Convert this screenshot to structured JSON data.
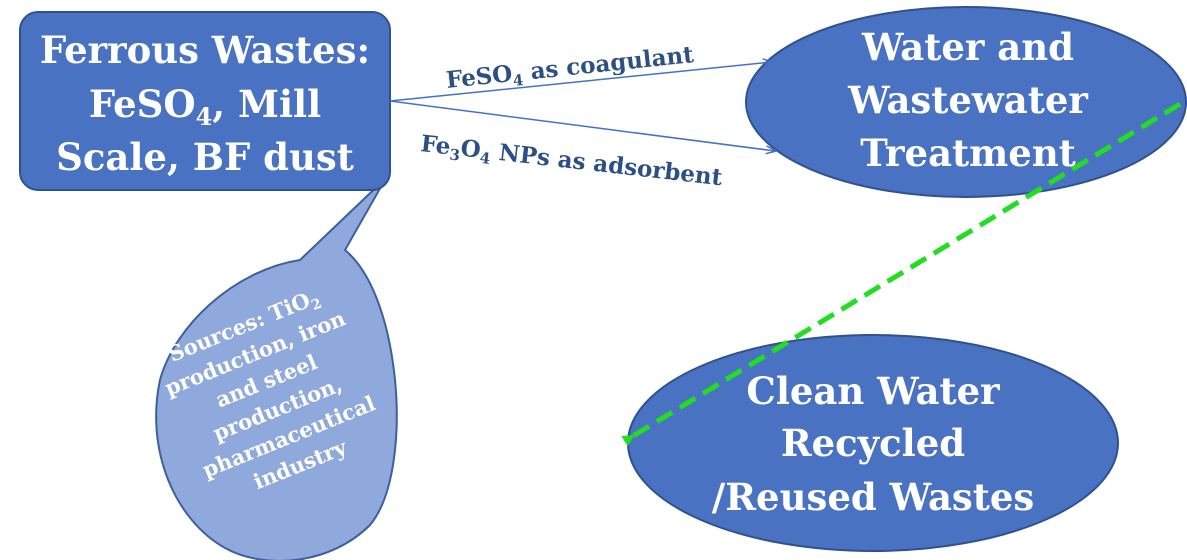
{
  "nodes": {
    "ferrous_wastes": {
      "line1": "Ferrous Wastes:",
      "line2_a": "FeSO",
      "line2_sub": "4",
      "line2_b": ", Mill",
      "line3": "Scale, BF dust"
    },
    "treatment": {
      "line1": "Water and",
      "line2": "Wastewater",
      "line3": "Treatment"
    },
    "clean_water": {
      "line1": "Clean Water",
      "line2": "Recycled",
      "line3": "/Reused Wastes"
    }
  },
  "edges": {
    "coagulant": {
      "a": "FeSO",
      "sub": "4",
      "b": " as coagulant"
    },
    "adsorbent": {
      "a": "Fe",
      "sub1": "3",
      "mid": "O",
      "sub2": "4",
      "b": " NPs as adsorbent"
    }
  },
  "sources_bubble": {
    "line1_a": "Sources: TiO",
    "line1_sub": "2",
    "line2": "production, iron",
    "line3": "and steel",
    "line4": "production,",
    "line5": "pharmaceutical",
    "line6": "industry"
  },
  "colors": {
    "node_fill": "#4a72c2",
    "node_stroke": "#2f528f",
    "bubble_fill": "#8fa9dc",
    "bubble_stroke": "#3e5f9e",
    "edge_line": "#4472c4",
    "edge_text": "#2c4f86",
    "dashed_arrow": "#22dd22"
  }
}
